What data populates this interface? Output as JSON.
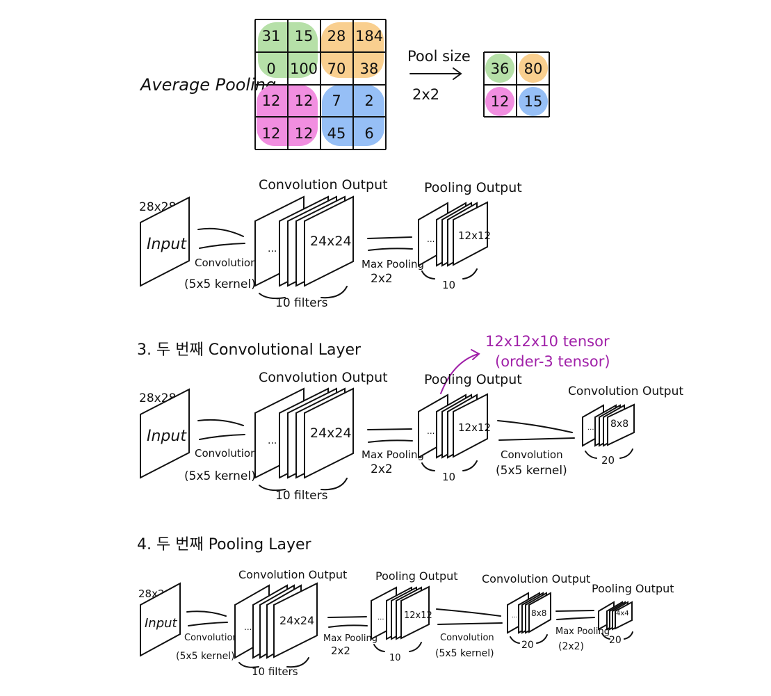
{
  "pooling_example": {
    "title": "Average Pooling",
    "pool_size_label": "Pool size",
    "pool_size_value": "2x2",
    "input_grid": [
      [
        "31",
        "15",
        "28",
        "184"
      ],
      [
        "0",
        "100",
        "70",
        "38"
      ],
      [
        "12",
        "12",
        "7",
        "2"
      ],
      [
        "12",
        "12",
        "45",
        "6"
      ]
    ],
    "output_grid": [
      [
        "36",
        "80"
      ],
      [
        "12",
        "15"
      ]
    ],
    "colors": {
      "green": "#b6e0a8",
      "orange": "#f9cf8f",
      "pink": "#f18ee0",
      "blue": "#96bff6"
    }
  },
  "row1": {
    "input_size": "28x28",
    "input_label": "Input",
    "conv_title": "Convolution Output",
    "conv_size": "24x24",
    "dots": "...",
    "conv_op": "Convolution",
    "kernel": "(5x5 kernel)",
    "filters": "10 filters",
    "pool_op": "Max Pooling",
    "pool_size": "2x2",
    "pool_title": "Pooling Output",
    "pool_out_size": "12x12",
    "pool_count": "10"
  },
  "row2": {
    "heading": "3. 두 번째 Convolutional Layer",
    "tensor_note_1": "12x12x10 tensor",
    "tensor_note_2": "(order-3 tensor)",
    "note_color": "#a020a8",
    "input_size": "28x28",
    "input_label": "Input",
    "conv_title": "Convolution Output",
    "conv_size": "24x24",
    "dots": "...",
    "conv_op": "Convolution",
    "kernel": "(5x5 kernel)",
    "filters": "10 filters",
    "pool_op": "Max Pooling",
    "pool_size": "2x2",
    "pool_title": "Pooling Output",
    "pool_out_size": "12x12",
    "pool_count": "10",
    "conv2_op": "Convolution",
    "conv2_kernel": "(5x5 kernel)",
    "conv2_title": "Convolution Output",
    "conv2_size": "8x8",
    "conv2_count": "20"
  },
  "row3": {
    "heading": "4. 두 번째 Pooling Layer",
    "input_size": "28x28",
    "input_label": "Input",
    "conv_title": "Convolution Output",
    "conv_size": "24x24",
    "dots": "...",
    "conv_op": "Convolution",
    "kernel": "(5x5 kernel)",
    "filters": "10 filters",
    "pool_op": "Max Pooling",
    "pool_size": "2x2",
    "pool_title": "Pooling Output",
    "pool_out_size": "12x12",
    "pool_count": "10",
    "conv2_op": "Convolution",
    "conv2_kernel": "(5x5 kernel)",
    "conv2_title": "Convolution Output",
    "conv2_size": "8x8",
    "conv2_count": "20",
    "pool2_op": "Max Pooling",
    "pool2_size": "(2x2)",
    "pool2_title": "Pooling Output",
    "pool2_out_size": "4x4",
    "pool2_count": "20"
  }
}
